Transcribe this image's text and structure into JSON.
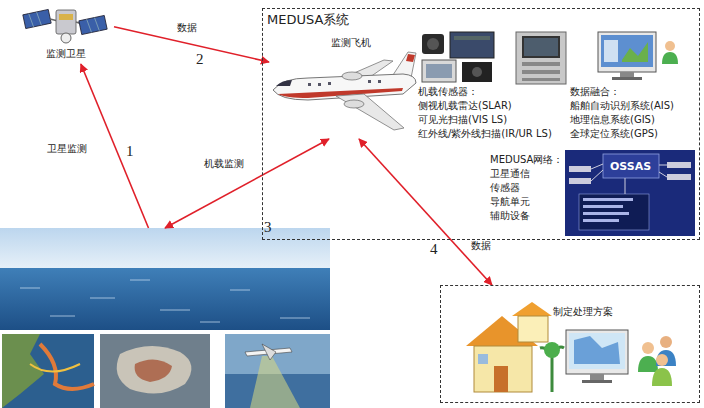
{
  "diagram": {
    "nodes": [
      {
        "text": [
          "监测卫星"
        ]
      },
      {
        "text": [
          "MEDUSA系统"
        ]
      },
      {
        "text": [
          "监测飞机"
        ],
        "in": 1
      },
      {
        "text": []
      },
      {
        "text": [
          "制定处理方案"
        ]
      }
    ],
    "edges": [
      {
        "from": 0,
        "to": 2,
        "label": "数据",
        "arrow": "to"
      },
      {
        "from": 3,
        "to": 0,
        "label": "卫星监测",
        "arrow": "to"
      },
      {
        "from": 2,
        "to": 3,
        "label": "机载监测",
        "arrow": "both"
      },
      {
        "from": 2,
        "to": 4,
        "label": "数据",
        "arrow": "both"
      }
    ],
    "labels": [
      "1",
      "2",
      "3",
      "4",
      "机载传感器：",
      "侧视机载雷达(SLAR)",
      "可见光扫描(VIS LS)",
      "红外线/紫外线扫描(IR/UR LS)",
      "数据融合：",
      "船舶自动识别系统(AIS)",
      "地理信息系统(GIS)",
      "全球定位系统(GPS)",
      "MEDUSA网络：",
      "卫星通信",
      "传感器",
      "导航单元",
      "辅助设备",
      "OSSAS"
    ]
  }
}
